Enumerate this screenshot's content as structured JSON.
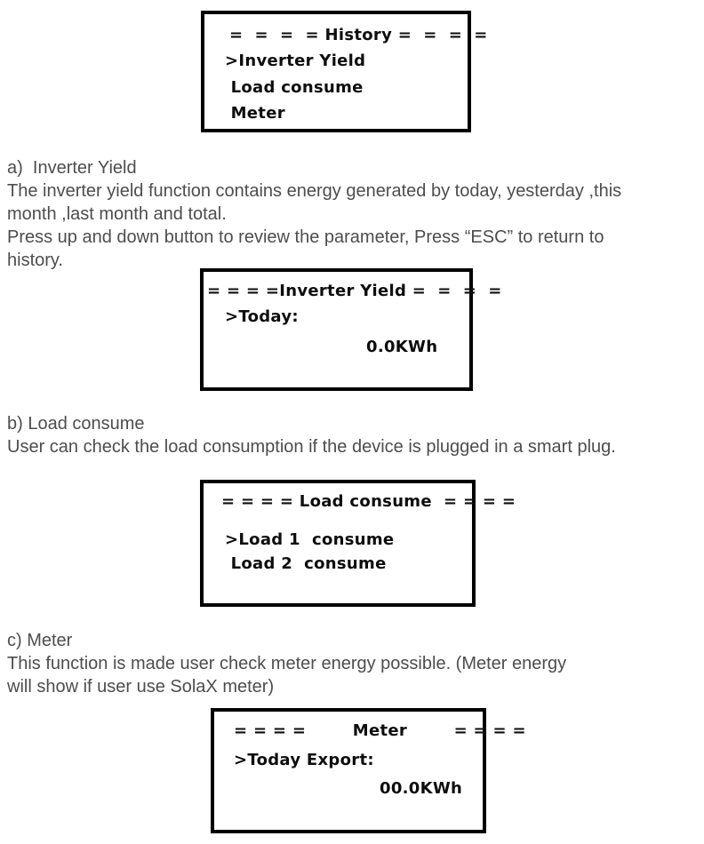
{
  "colors": {
    "page_background": "#ffffff",
    "lcd_border": "#000000",
    "lcd_text": "#0d0d0d",
    "body_text": "#4d4d4d"
  },
  "screens": {
    "history": {
      "title": "=  =  =  = History =  =  =  =",
      "lines": [
        ">Inverter Yield",
        " Load consume",
        " Meter"
      ]
    },
    "inverter_yield": {
      "title": "= = = =Inverter Yield =  =  =  =",
      "cursor_line": ">Today:",
      "value": "0.0KWh"
    },
    "load_consume": {
      "title": "= = = = Load consume  = = = =",
      "lines": [
        ">Load 1  consume",
        " Load 2  consume"
      ]
    },
    "meter": {
      "title": "= = = =        Meter        = = = =",
      "cursor_line": ">Today Export:",
      "value": "00.0KWh"
    }
  },
  "sections": {
    "a": {
      "heading": "a)  Inverter Yield",
      "body": [
        "The inverter yield function contains energy generated by today, yesterday ,this",
        "month ,last month and total.",
        "Press up and down button to review the parameter, Press “ESC” to return to",
        "history."
      ]
    },
    "b": {
      "heading": "b) Load consume",
      "body": [
        "User can check the load consumption if the device is plugged in a smart plug."
      ]
    },
    "c": {
      "heading": "c) Meter",
      "body": [
        "This function is made user check meter energy possible. (Meter energy",
        "will show if user use SolaX meter)"
      ]
    }
  }
}
